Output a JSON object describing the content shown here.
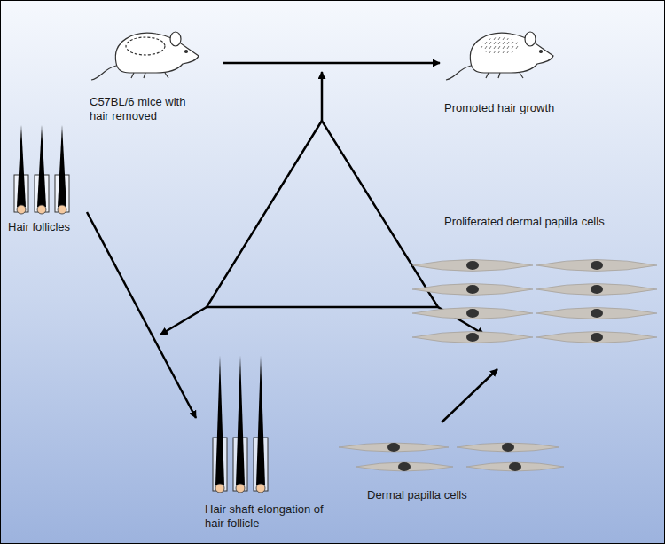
{
  "diagram": {
    "nodes": [
      {
        "text": [
          "C57BL/6 mice with hair removed"
        ]
      },
      {
        "text": [
          "Promoted hair growth"
        ]
      },
      {
        "text": [
          "Hair follicles"
        ]
      },
      {
        "text": [
          "Proliferated dermal papilla cells"
        ]
      },
      {
        "text": [
          "Hair shaft elongation of hair follicle"
        ]
      },
      {
        "text": [
          "Dermal papilla cells"
        ]
      }
    ],
    "edges": [
      {
        "from": 0,
        "to": 1,
        "arrow": "to"
      },
      {
        "from": 2,
        "to": 4,
        "arrow": "to"
      },
      {
        "from": 5,
        "to": 3,
        "arrow": "to"
      }
    ]
  }
}
